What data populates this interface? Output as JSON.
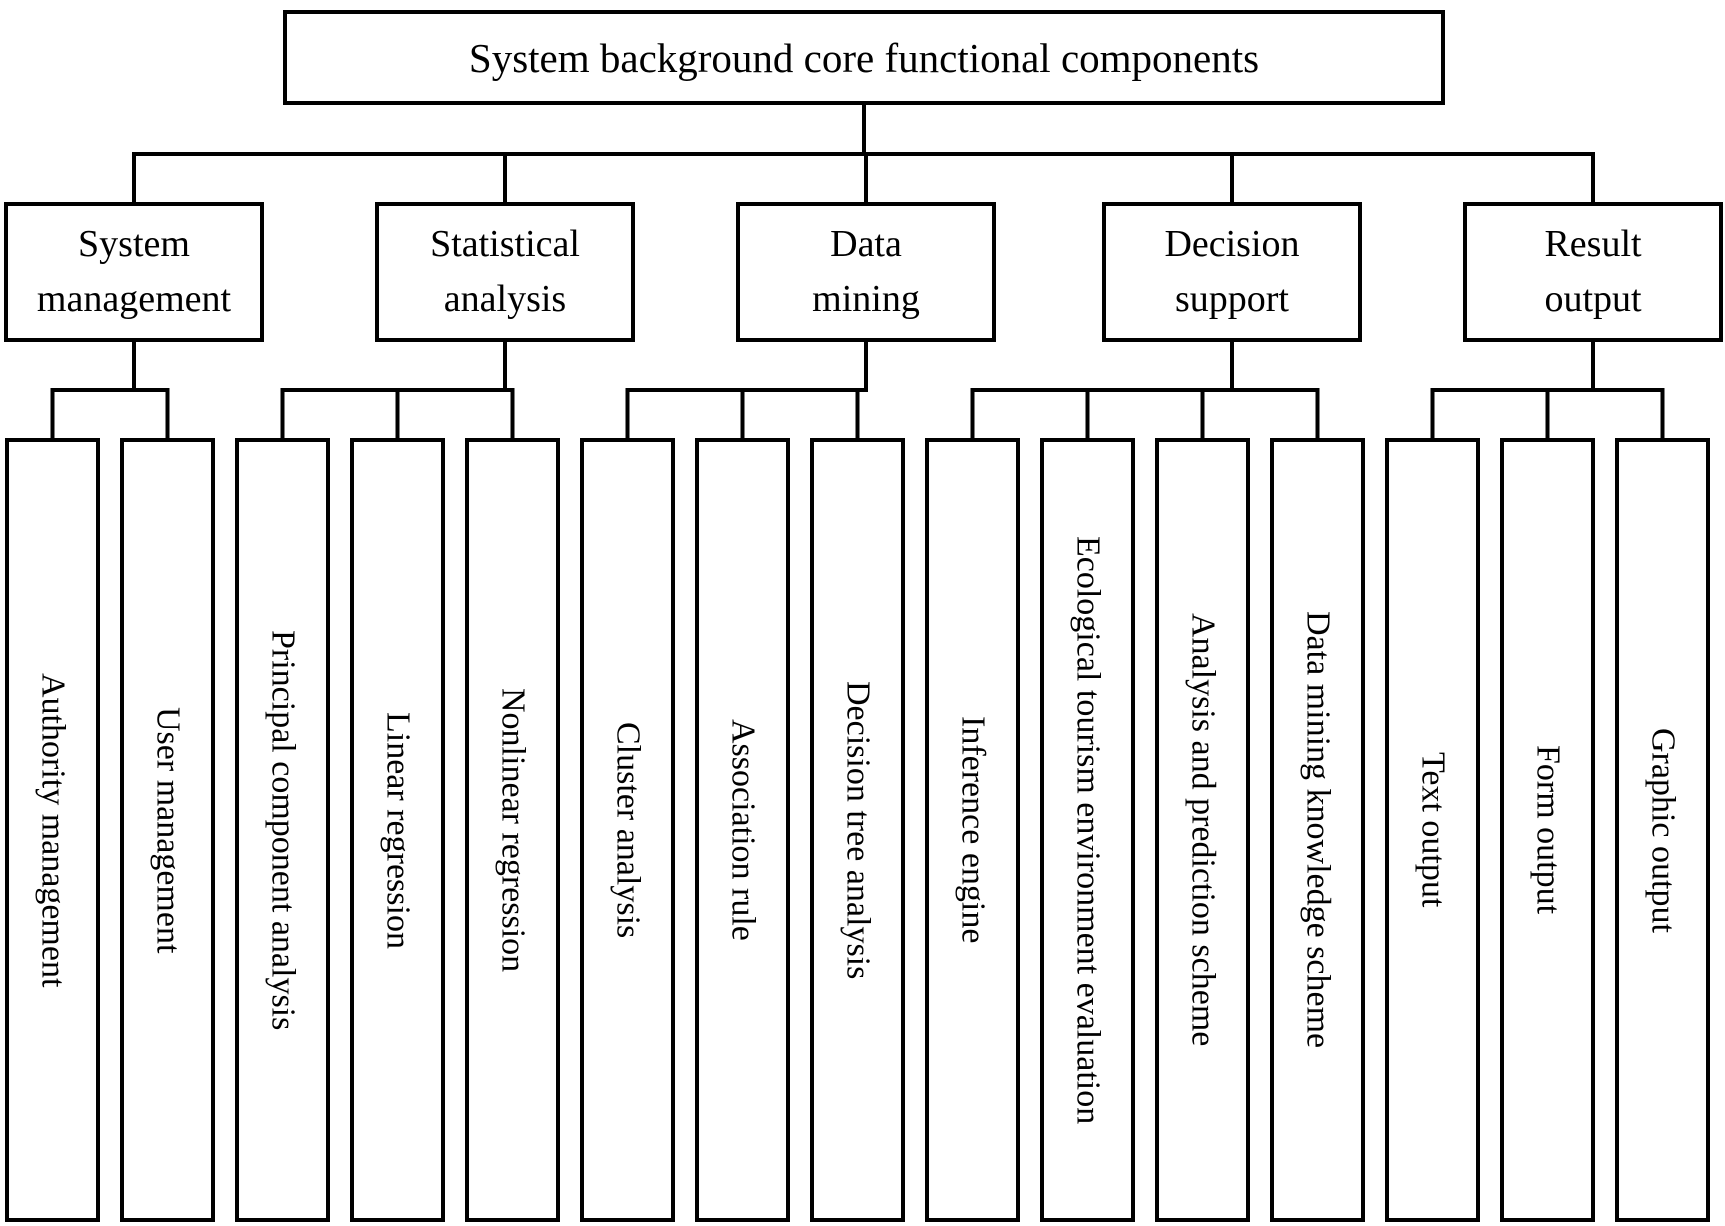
{
  "diagram": {
    "root_label": "System background core functional components",
    "groups": [
      {
        "label": "System management",
        "children": [
          "Authority management",
          "User management"
        ]
      },
      {
        "label": "Statistical analysis",
        "children": [
          "Principal component analysis",
          "Linear regression",
          "Nonlinear regression"
        ]
      },
      {
        "label": "Data mining",
        "children": [
          "Cluster analysis",
          "Association rule",
          "Decision tree analysis"
        ]
      },
      {
        "label": "Decision support",
        "children": [
          "Inference engine",
          "Ecological tourism environment evaluation",
          "Analysis and prediction scheme",
          "Data mining knowledge scheme"
        ]
      },
      {
        "label": "Result output",
        "children": [
          "Text output",
          "Form output",
          "Graphic output"
        ]
      }
    ],
    "colors": {
      "line": "#000000",
      "box_fill": "#ffffff",
      "background": "#ffffff",
      "text": "#000000"
    }
  }
}
